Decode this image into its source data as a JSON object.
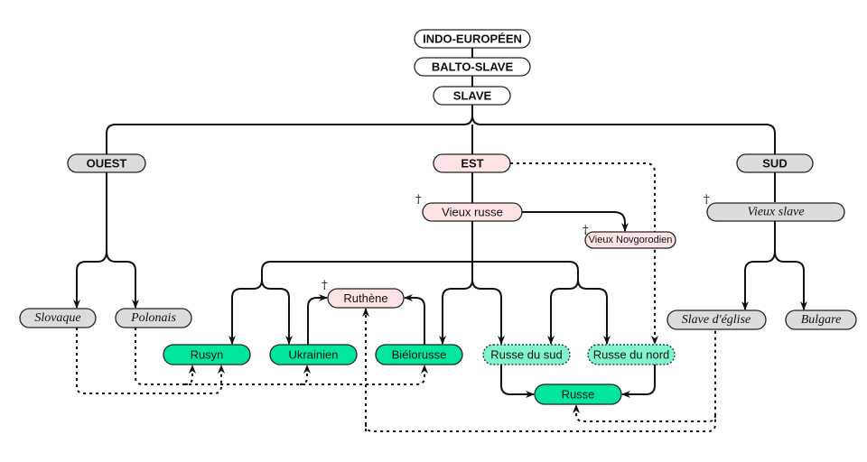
{
  "title": "Slavic languages tree",
  "colors": {
    "modern": "#00e69c",
    "dialect": "#80f5cc",
    "extinct": "#fde3e3",
    "grey": "#dcdcdc",
    "root": "#ffffff"
  },
  "nodes": {
    "indo_europeen": "INDO-EUROPÉEN",
    "balto_slave": "BALTO-SLAVE",
    "slave": "SLAVE",
    "ouest": "OUEST",
    "est": "EST",
    "sud": "SUD",
    "vieux_russe": "Vieux russe",
    "vieux_novgorodien": "Vieux Novgorodien",
    "vieux_slave": "Vieux slave",
    "slovaque": "Slovaque",
    "polonais": "Polonais",
    "ruthene": "Ruthène",
    "rusyn": "Rusyn",
    "ukrainien": "Ukrainien",
    "bielorusse": "Biélorusse",
    "russe_du_sud": "Russe du sud",
    "russe_du_nord": "Russe du nord",
    "russe": "Russe",
    "slave_eglise": "Slave d'église",
    "bulgare": "Bulgare"
  },
  "extinct_marker": "†"
}
